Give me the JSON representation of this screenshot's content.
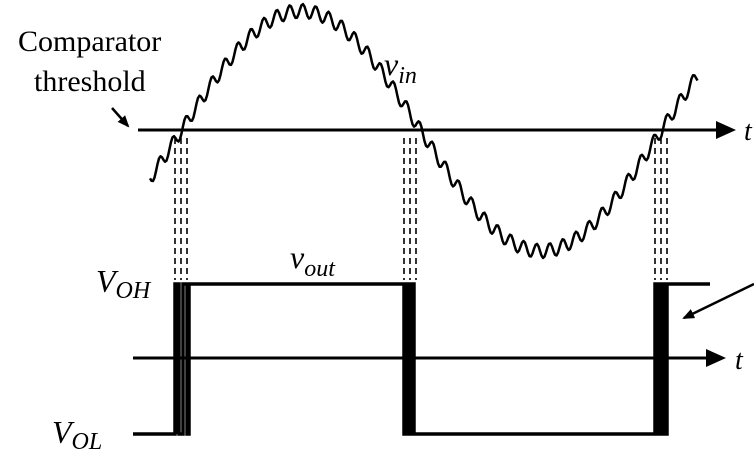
{
  "labels": {
    "threshold_line1": "Comparator",
    "threshold_line2": "threshold",
    "vin_main": "v",
    "vin_sub": "in",
    "vout_main": "v",
    "vout_sub": "out",
    "voh_main": "V",
    "voh_sub": "OH",
    "vol_main": "V",
    "vol_sub": "OL",
    "time_axis_top": "t",
    "time_axis_bottom": "t"
  },
  "colors": {
    "ink": "#000000",
    "background": "#ffffff"
  }
}
